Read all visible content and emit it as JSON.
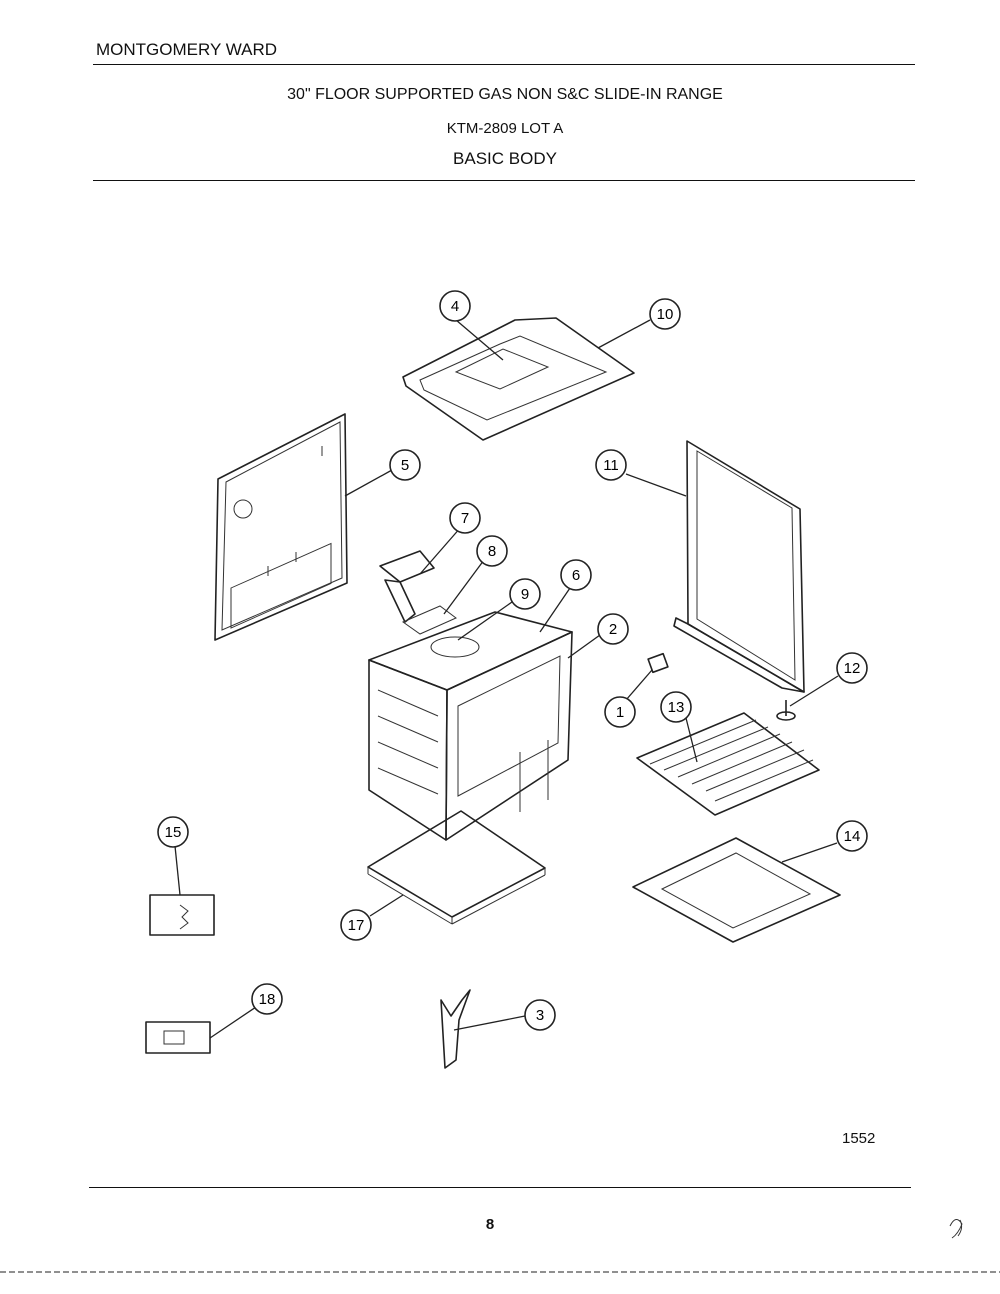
{
  "header": {
    "brand": "MONTGOMERY WARD",
    "title": "30\" FLOOR SUPPORTED GAS NON S&C SLIDE-IN RANGE",
    "model": "KTM-2809 LOT A",
    "section": "BASIC BODY"
  },
  "diagram": {
    "callouts": [
      "1",
      "2",
      "3",
      "4",
      "5",
      "6",
      "7",
      "8",
      "9",
      "10",
      "11",
      "12",
      "13",
      "14",
      "15",
      "17",
      "18"
    ],
    "id": "1552"
  },
  "footer": {
    "page_number": "8"
  }
}
